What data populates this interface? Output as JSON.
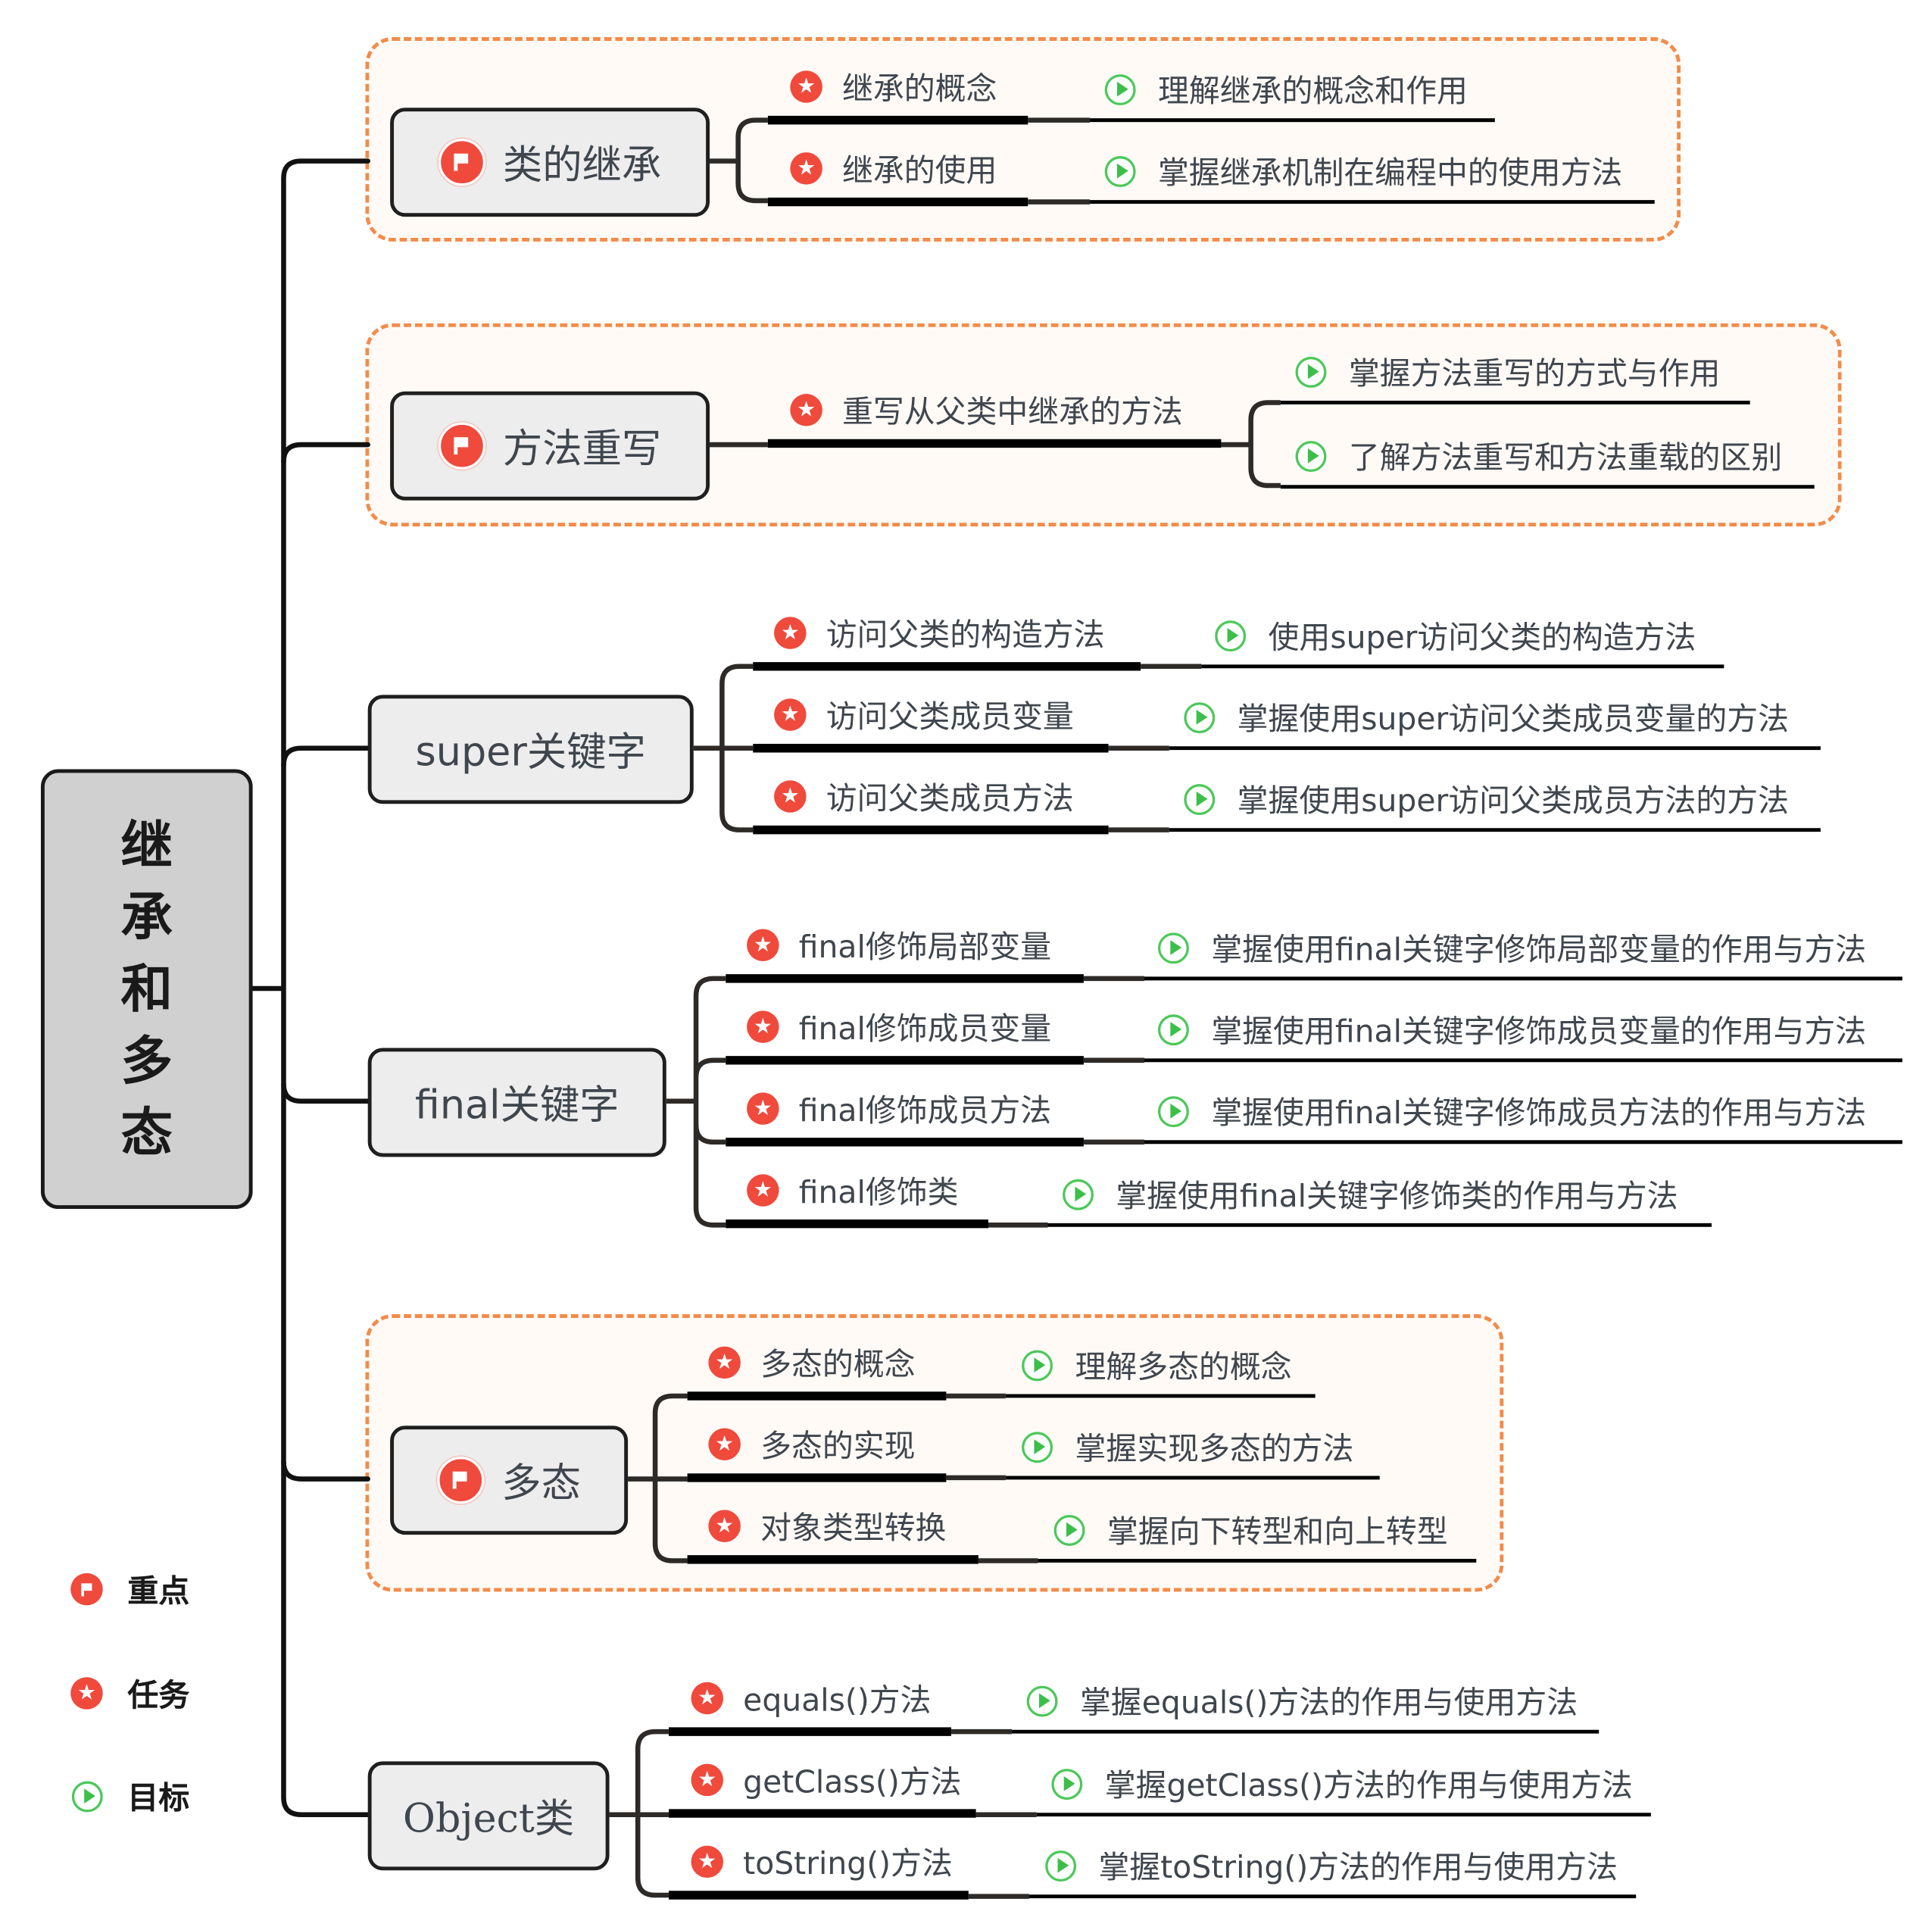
{
  "root": {
    "label_chars": [
      "继",
      "承",
      "和",
      "多",
      "态"
    ]
  },
  "colors": {
    "flag": "#ef4a3c",
    "task": "#ef4a3c",
    "goal": "#4cc85a",
    "group_border": "#f28c4a",
    "topic_fill": "#ededed",
    "root_fill": "#d0d0d0"
  },
  "topics": [
    {
      "label": "类的继承",
      "icon": "flag-icon",
      "highlighted": true,
      "tasks": [
        {
          "label": "继承的概念",
          "goals": [
            "理解继承的概念和作用"
          ]
        },
        {
          "label": "继承的使用",
          "goals": [
            "掌握继承机制在编程中的使用方法"
          ]
        }
      ]
    },
    {
      "label": "方法重写",
      "icon": "flag-icon",
      "highlighted": true,
      "tasks": [
        {
          "label": "重写从父类中继承的方法",
          "goals": [
            "掌握方法重写的方式与作用",
            "了解方法重写和方法重载的区别"
          ]
        }
      ]
    },
    {
      "label": "super关键字",
      "icon": null,
      "highlighted": false,
      "tasks": [
        {
          "label": "访问父类的构造方法",
          "goals": [
            "使用super访问父类的构造方法"
          ]
        },
        {
          "label": "访问父类成员变量",
          "goals": [
            "掌握使用super访问父类成员变量的方法"
          ]
        },
        {
          "label": "访问父类成员方法",
          "goals": [
            "掌握使用super访问父类成员方法的方法"
          ]
        }
      ]
    },
    {
      "label": "final关键字",
      "icon": null,
      "highlighted": false,
      "tasks": [
        {
          "label": "final修饰局部变量",
          "goals": [
            "掌握使用final关键字修饰局部变量的作用与方法"
          ]
        },
        {
          "label": "final修饰成员变量",
          "goals": [
            "掌握使用final关键字修饰成员变量的作用与方法"
          ]
        },
        {
          "label": "final修饰成员方法",
          "goals": [
            "掌握使用final关键字修饰成员方法的作用与方法"
          ]
        },
        {
          "label": "final修饰类",
          "goals": [
            "掌握使用final关键字修饰类的作用与方法"
          ]
        }
      ]
    },
    {
      "label": "多态",
      "icon": "flag-icon",
      "highlighted": true,
      "tasks": [
        {
          "label": "多态的概念",
          "goals": [
            "理解多态的概念"
          ]
        },
        {
          "label": "多态的实现",
          "goals": [
            "掌握实现多态的方法"
          ]
        },
        {
          "label": "对象类型转换",
          "goals": [
            "掌握向下转型和向上转型"
          ]
        }
      ]
    },
    {
      "label": "Object类",
      "icon": null,
      "highlighted": false,
      "tasks": [
        {
          "label": "equals()方法",
          "goals": [
            "掌握equals()方法的作用与使用方法"
          ]
        },
        {
          "label": "getClass()方法",
          "goals": [
            "掌握getClass()方法的作用与使用方法"
          ]
        },
        {
          "label": "toString()方法",
          "goals": [
            "掌握toString()方法的作用与使用方法"
          ]
        }
      ]
    }
  ],
  "legend": [
    {
      "icon": "flag-icon",
      "label": "重点"
    },
    {
      "icon": "star-icon",
      "label": "任务"
    },
    {
      "icon": "goal-icon",
      "label": "目标"
    }
  ]
}
